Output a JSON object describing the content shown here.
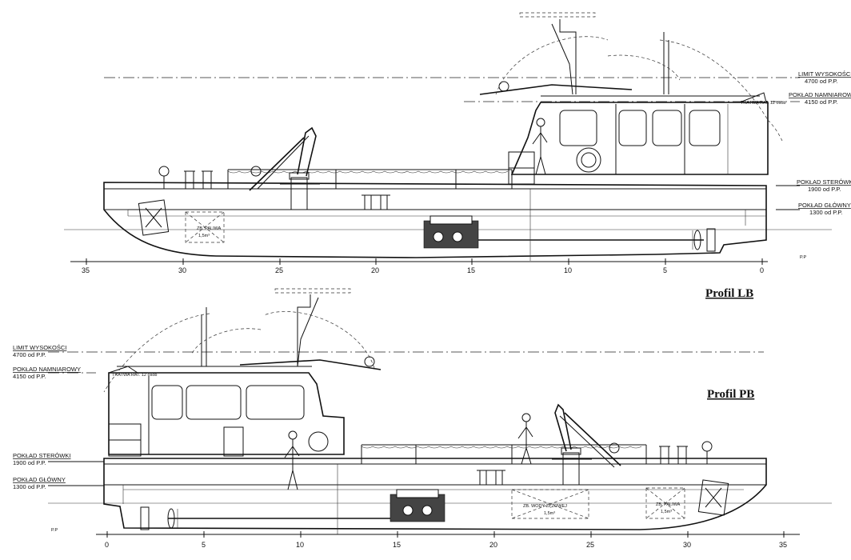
{
  "profiles": [
    {
      "title": "Profil LB",
      "levels": [
        {
          "label": "LIMIT WYSOKOŚCI",
          "value": "4700 od P.P."
        },
        {
          "label": "POKŁAD NAMNIAROWY",
          "value": "4150 od P.P."
        },
        {
          "label": "POKŁAD STERÓWKI",
          "value": "1900 od P.P."
        },
        {
          "label": "POKŁAD GŁÓWNY",
          "value": "1300 od P.P."
        }
      ],
      "ruler_ticks": [
        "35",
        "30",
        "25",
        "20",
        "15",
        "10",
        "5",
        "0"
      ],
      "baseline_label": "P.P",
      "tanks": [
        {
          "label": "ZB. PALIWA",
          "volume": "1,5m³"
        }
      ],
      "sign": "TRATWA RAT. 12 osób"
    },
    {
      "title": "Profil PB",
      "levels": [
        {
          "label": "LIMIT WYSOKOŚCI",
          "value": "4700 od P.P."
        },
        {
          "label": "POKŁAD NAMNIAROWY",
          "value": "4150 od P.P."
        },
        {
          "label": "POKŁAD STERÓWKI",
          "value": "1900 od P.P."
        },
        {
          "label": "POKŁAD GŁÓWNY",
          "value": "1300 od P.P."
        }
      ],
      "ruler_ticks": [
        "0",
        "5",
        "10",
        "15",
        "20",
        "25",
        "30",
        "35"
      ],
      "baseline_label": "P.P",
      "tanks": [
        {
          "label": "ZB. WODY ZĘZOWEJ",
          "volume": "1,5m³"
        },
        {
          "label": "ZB. PALIWA",
          "volume": "1,5m³"
        }
      ],
      "sign": "TRATWA RAT. 12 osób"
    }
  ]
}
